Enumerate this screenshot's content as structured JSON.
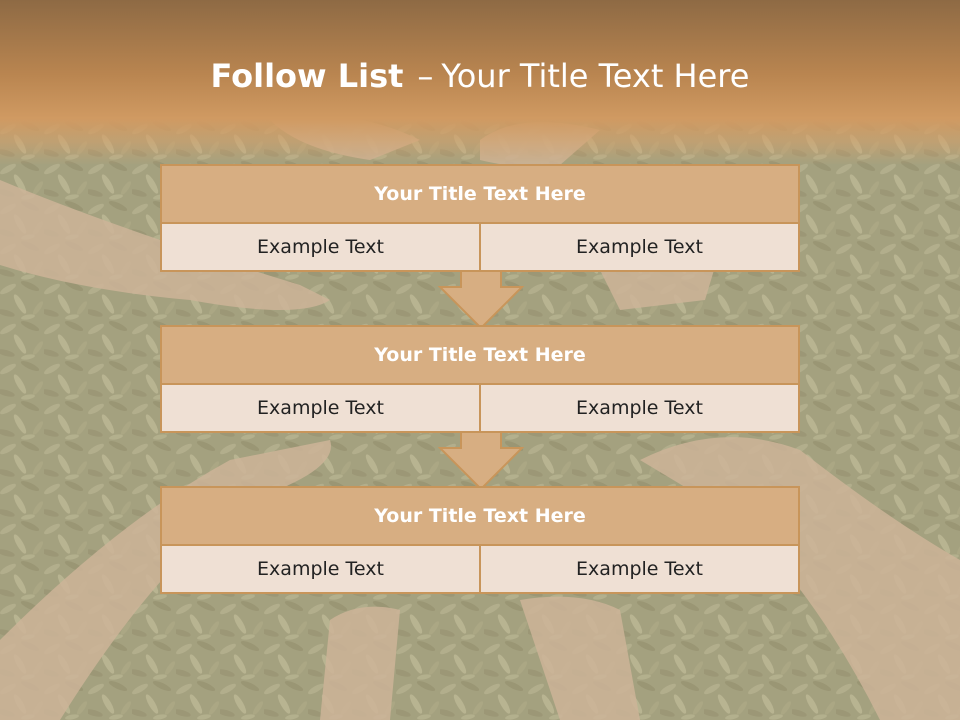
{
  "slide": {
    "title_bold": "Follow List",
    "title_separator": "–",
    "title_rest": "Your Title Text Here"
  },
  "steps": [
    {
      "title": "Your Title Text Here",
      "left": "Example Text",
      "right": "Example Text"
    },
    {
      "title": "Your Title Text Here",
      "left": "Example Text",
      "right": "Example Text"
    },
    {
      "title": "Your Title Text Here",
      "left": "Example Text",
      "right": "Example Text"
    }
  ],
  "colors": {
    "header": "#c08a55",
    "box_title": "#d7ae82",
    "box_border": "#c8955a",
    "cell": "#efe0d4"
  }
}
